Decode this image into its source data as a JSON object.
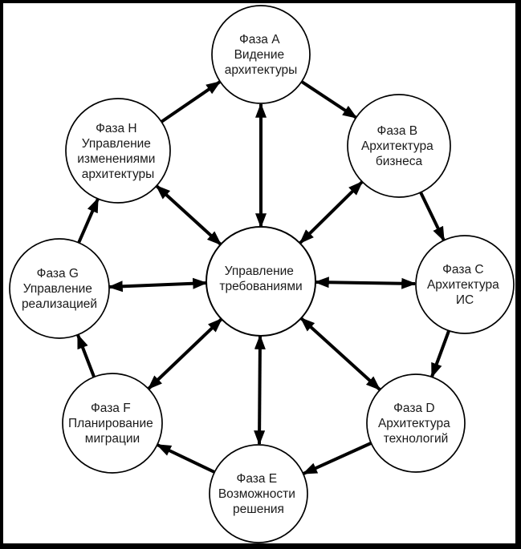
{
  "colors": {
    "frame": "#000000",
    "line": "#000000",
    "node_fill": "#ffffff",
    "node_stroke": "#000000",
    "text": "#1a1a1a"
  },
  "center_node": {
    "id": "requirements-management",
    "lines": [
      "Управление",
      "требованиями"
    ]
  },
  "nodes": [
    {
      "id": "phase-a",
      "lines": [
        "Фаза A",
        "Видение",
        "архитектуры"
      ]
    },
    {
      "id": "phase-b",
      "lines": [
        "Фаза B",
        "Архитектура",
        "бизнеса"
      ]
    },
    {
      "id": "phase-c",
      "lines": [
        "Фаза C",
        "Архитектура",
        "ИС"
      ]
    },
    {
      "id": "phase-d",
      "lines": [
        "Фаза D",
        "Архитектура",
        "технологий"
      ]
    },
    {
      "id": "phase-e",
      "lines": [
        "Фаза E",
        "Возможности",
        "решения"
      ]
    },
    {
      "id": "phase-f",
      "lines": [
        "Фаза F",
        "Планирование",
        "миграции"
      ]
    },
    {
      "id": "phase-g",
      "lines": [
        "Фаза G",
        "Управление",
        "реализацией"
      ]
    },
    {
      "id": "phase-h",
      "lines": [
        "Фаза H",
        "Управление",
        "изменениями",
        "архитектуры"
      ]
    }
  ],
  "connections": {
    "outer_cycle_direction": "clockwise",
    "outer_cycle_sequence": [
      "phase-a",
      "phase-b",
      "phase-c",
      "phase-d",
      "phase-e",
      "phase-f",
      "phase-g",
      "phase-h",
      "phase-a"
    ],
    "center_links": "bidirectional arrow between requirements-management and every phase"
  }
}
